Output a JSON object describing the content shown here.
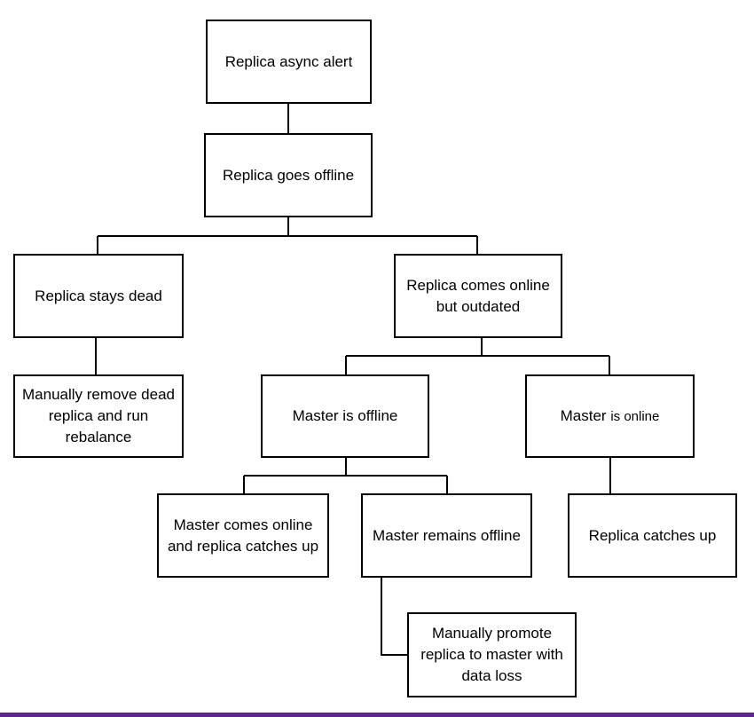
{
  "nodes": {
    "replica_async_alert": "Replica async alert",
    "replica_goes_offline": "Replica goes offline",
    "replica_stays_dead": "Replica stays dead",
    "replica_comes_online": "Replica comes online but outdated",
    "manually_remove": "Manually remove dead replica and run rebalance",
    "master_is_offline": "Master is offline",
    "master_is_online_prefix": "Master",
    "master_is_online_suffix": "is online",
    "master_comes_online": "Master comes online and replica catches up",
    "master_remains_offline": "Master remains offline",
    "replica_catches_up": "Replica catches up",
    "manually_promote": "Manually promote replica to master with data loss"
  },
  "colors": {
    "bottom_bar": "#5b2a86"
  }
}
